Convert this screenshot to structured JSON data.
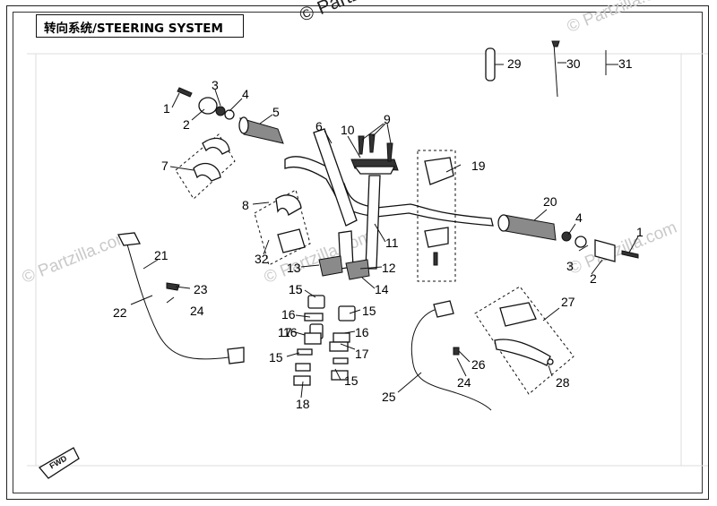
{
  "title": "转向系统/STEERING SYSTEM",
  "watermarks": {
    "top": "© Partzilla.com",
    "faint": "© Partzilla.com"
  },
  "fwd_label": "FWD",
  "callouts": [
    "1",
    "2",
    "3",
    "4",
    "5",
    "6",
    "7",
    "8",
    "9",
    "10",
    "11",
    "12",
    "13",
    "14",
    "15",
    "16",
    "17",
    "18",
    "19",
    "20",
    "21",
    "22",
    "23",
    "24",
    "25",
    "26",
    "27",
    "28",
    "29",
    "30",
    "31",
    "32",
    "1",
    "2",
    "3",
    "4",
    "15",
    "16",
    "17",
    "15",
    "15",
    "16",
    "17",
    "15",
    "24"
  ]
}
